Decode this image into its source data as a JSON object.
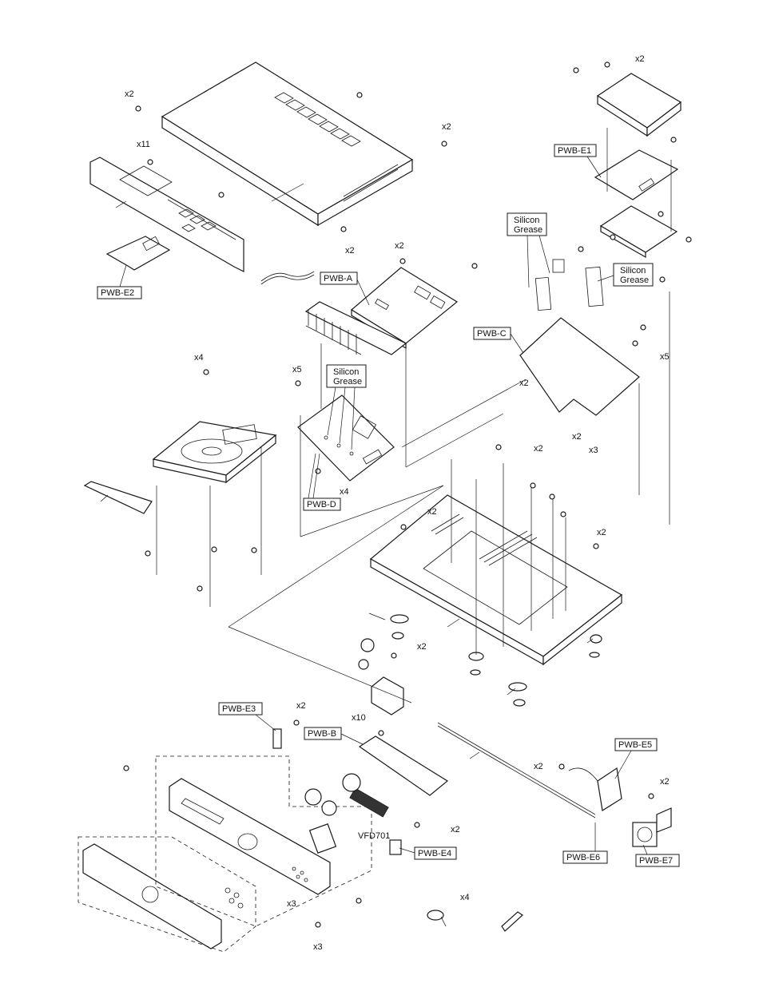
{
  "labels": {
    "pwb_a": "PWB-A",
    "pwb_b": "PWB-B",
    "pwb_c": "PWB-C",
    "pwb_d": "PWB-D",
    "pwb_e1": "PWB-E1",
    "pwb_e2": "PWB-E2",
    "pwb_e3": "PWB-E3",
    "pwb_e4": "PWB-E4",
    "pwb_e5": "PWB-E5",
    "pwb_e6": "PWB-E6",
    "pwb_e7": "PWB-E7",
    "silicon": "Silicon",
    "grease": "Grease",
    "vfd": "VFD701"
  },
  "quantities": {
    "x2": "x2",
    "x3": "x3",
    "x4": "x4",
    "x5": "x5",
    "x10": "x10",
    "x11": "x11"
  }
}
